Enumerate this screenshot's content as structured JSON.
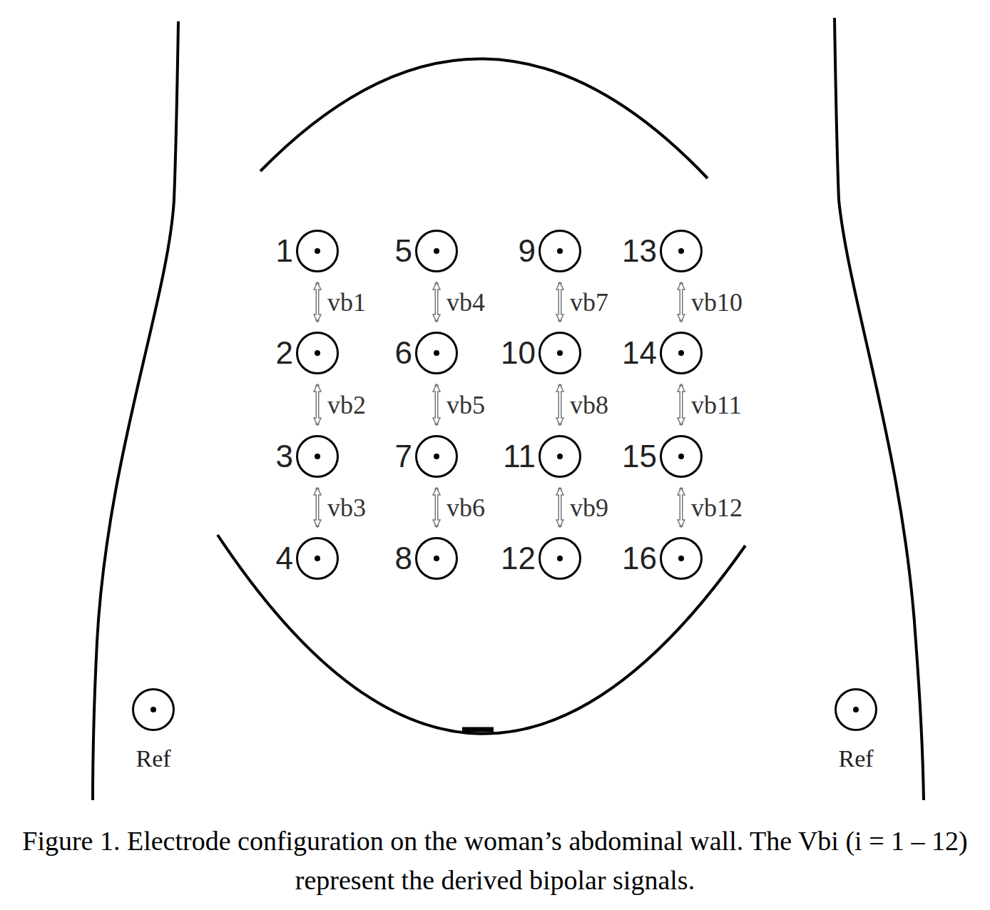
{
  "diagram": {
    "caption": "Figure 1. Electrode configuration on the woman’s abdominal wall. The Vbi (i = 1 – 12) represent the derived bipolar signals.",
    "nodes": [
      {
        "text": [
          "1"
        ]
      },
      {
        "text": [
          "2"
        ]
      },
      {
        "text": [
          "3"
        ]
      },
      {
        "text": [
          "4"
        ]
      },
      {
        "text": [
          "5"
        ]
      },
      {
        "text": [
          "6"
        ]
      },
      {
        "text": [
          "7"
        ]
      },
      {
        "text": [
          "8"
        ]
      },
      {
        "text": [
          "9"
        ]
      },
      {
        "text": [
          "10"
        ]
      },
      {
        "text": [
          "11"
        ]
      },
      {
        "text": [
          "12"
        ]
      },
      {
        "text": [
          "13"
        ]
      },
      {
        "text": [
          "14"
        ]
      },
      {
        "text": [
          "15"
        ]
      },
      {
        "text": [
          "16"
        ]
      },
      {
        "text": [
          "Ref"
        ]
      },
      {
        "text": [
          "Ref"
        ]
      }
    ],
    "edges": [
      {
        "from": 0,
        "to": 1,
        "arrow": "both",
        "label": "vb1"
      },
      {
        "from": 1,
        "to": 2,
        "arrow": "both",
        "label": "vb2"
      },
      {
        "from": 2,
        "to": 3,
        "arrow": "both",
        "label": "vb3"
      },
      {
        "from": 4,
        "to": 5,
        "arrow": "both",
        "label": "vb4"
      },
      {
        "from": 5,
        "to": 6,
        "arrow": "both",
        "label": "vb5"
      },
      {
        "from": 6,
        "to": 7,
        "arrow": "both",
        "label": "vb6"
      },
      {
        "from": 8,
        "to": 9,
        "arrow": "both",
        "label": "vb7"
      },
      {
        "from": 9,
        "to": 10,
        "arrow": "both",
        "label": "vb8"
      },
      {
        "from": 10,
        "to": 11,
        "arrow": "both",
        "label": "vb9"
      },
      {
        "from": 12,
        "to": 13,
        "arrow": "both",
        "label": "vb10"
      },
      {
        "from": 13,
        "to": 14,
        "arrow": "both",
        "label": "vb11"
      },
      {
        "from": 14,
        "to": 15,
        "arrow": "both",
        "label": "vb12"
      }
    ]
  }
}
